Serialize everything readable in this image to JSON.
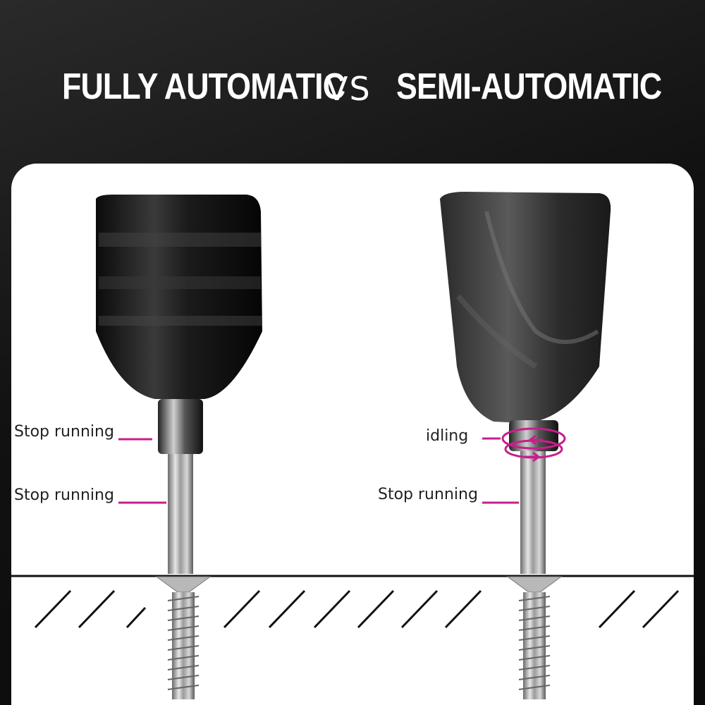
{
  "header": {
    "left_title": "FULLY AUTOMATIC",
    "vs": "VS",
    "right_title": "SEMI-AUTOMATIC"
  },
  "left": {
    "label_collar": "Stop running",
    "label_shaft": "Stop running"
  },
  "right": {
    "label_collar": "idling",
    "label_shaft": "Stop running"
  },
  "colors": {
    "accent": "#c81e8c",
    "drill_body": "#1a1a1a",
    "background": "#111111",
    "panel": "#ffffff"
  }
}
